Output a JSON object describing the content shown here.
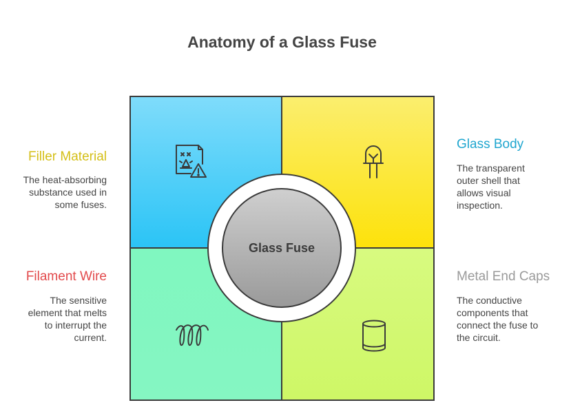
{
  "title": "Anatomy of a Glass Fuse",
  "center": {
    "label": "Glass Fuse"
  },
  "items": {
    "filler": {
      "title": "Filler Material",
      "color": "#d4bf17",
      "icon": "filler-warning-icon",
      "lines": [
        "The heat-absorbing",
        "substance used in",
        "some fuses."
      ]
    },
    "glass": {
      "title": "Glass Body",
      "color": "#1fa6cf",
      "icon": "led-bulb-icon",
      "lines": [
        "The transparent",
        "outer shell that",
        "allows visual",
        "inspection."
      ]
    },
    "filament": {
      "title": "Filament Wire",
      "color": "#e2494b",
      "icon": "coil-icon",
      "lines": [
        "The sensitive",
        "element that melts",
        "to interrupt the",
        "current."
      ]
    },
    "caps": {
      "title": "Metal End Caps",
      "color": "#9a9a9a",
      "icon": "cylinder-icon",
      "lines": [
        "The conductive",
        "components that",
        "connect the fuse to",
        "the circuit."
      ]
    }
  }
}
